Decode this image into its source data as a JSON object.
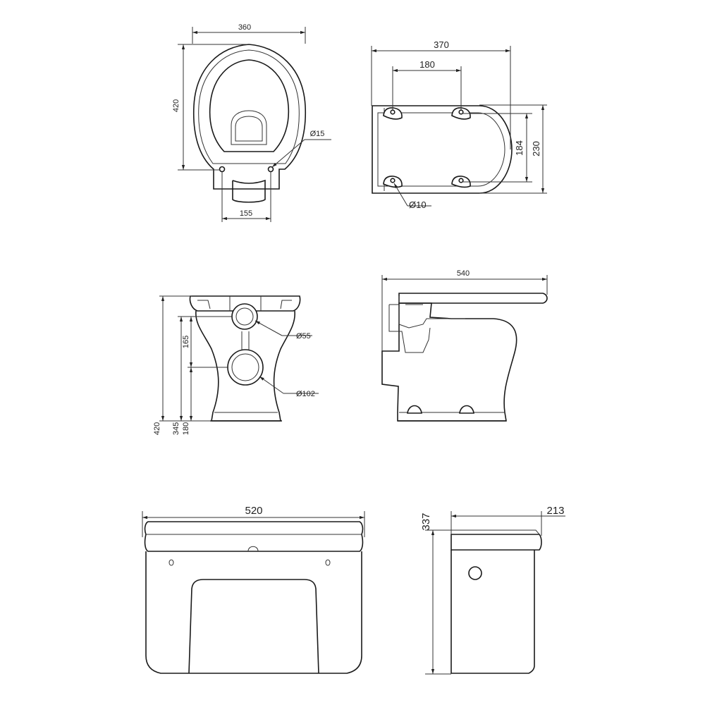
{
  "top_view": {
    "width": "360",
    "depth": "420",
    "hole_diameter": "Ø15",
    "outlet_width": "155"
  },
  "base_view": {
    "length": "370",
    "hole_spacing": "180",
    "inner_width": "184",
    "outer_width": "230",
    "fixing_diameter": "Ø10"
  },
  "front_view": {
    "height_total": "420",
    "height_inlet": "345",
    "height_outlet": "180",
    "spacing": "165",
    "inlet_diameter": "Ø55",
    "outlet_diameter": "Ø102"
  },
  "side_view": {
    "length": "540"
  },
  "cistern_front": {
    "width": "520"
  },
  "cistern_side": {
    "height": "337",
    "depth": "213"
  }
}
